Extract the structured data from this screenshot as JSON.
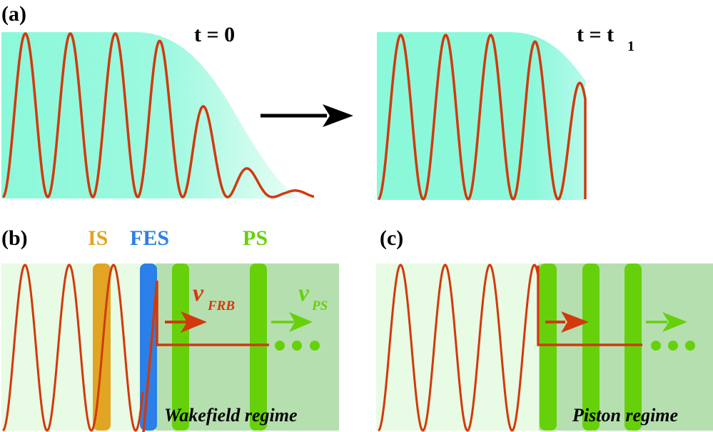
{
  "panels": {
    "a": {
      "label": "(a)",
      "left_time": "t = 0",
      "right_time_main": "t = t",
      "right_time_sub": "1"
    },
    "b": {
      "label": "(b)",
      "is_label": "IS",
      "fes_label": "FES",
      "ps_label": "PS",
      "v_frb": "v",
      "v_frb_sub": "FRB",
      "v_ps": "v",
      "v_ps_sub": "PS",
      "regime": "Wakefield regime"
    },
    "c": {
      "label": "(c)",
      "regime": "Piston regime"
    }
  },
  "colors": {
    "wave": "#d2390c",
    "cyan_fill": "#8cf8da",
    "light_green": "#e8fbe4",
    "mid_green": "#b6dfb0",
    "bright_green": "#66d10a",
    "orange": "#e2a423",
    "blue": "#2a80e8",
    "black": "#000000"
  }
}
